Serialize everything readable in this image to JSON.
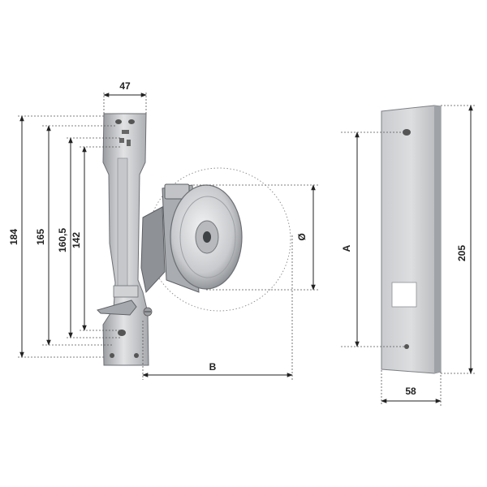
{
  "colors": {
    "background": "#ffffff",
    "dimension_line": "#222222",
    "metal_light": "#e4e5e7",
    "metal_mid": "#b9bbbe",
    "metal_dark": "#7d8084"
  },
  "dimensions": {
    "bracket_width": "47",
    "height_184": "184",
    "height_165": "165",
    "height_160_5": "160,5",
    "height_142": "142",
    "diameter": "Ø",
    "depth": "B",
    "plate_hole_spacing": "A",
    "plate_height": "205",
    "plate_width": "58"
  },
  "icons": [
    "bracket-drawing",
    "pulley-drawing",
    "cover-plate-drawing",
    "dimension-arrow"
  ]
}
